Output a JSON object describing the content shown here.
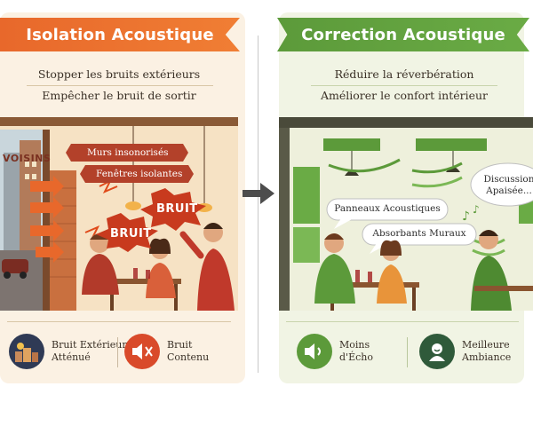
{
  "left": {
    "title": "Isolation Acoustique",
    "subtitle_1": "Stopper les bruits extérieurs",
    "subtitle_2": "Empêcher le bruit de sortir",
    "callout_walls": "Murs insonorisés",
    "callout_windows": "Fenêtres isolantes",
    "noise_1": "BRUIT",
    "noise_2": "BRUIT",
    "window_sign": "VOISINS",
    "footer_1_line1": "Bruit Extérieur",
    "footer_1_line2": "Atténué",
    "footer_2_line1": "Bruit",
    "footer_2_line2": "Contenu",
    "accent": "#e8682b"
  },
  "right": {
    "title": "Correction Acoustique",
    "subtitle_1": "Réduire la réverbération",
    "subtitle_2": "Améliorer le confort intérieur",
    "bubble_panels": "Panneaux Acoustiques",
    "bubble_absorbers": "Absorbants Muraux",
    "bubble_discussion_1": "Discussion",
    "bubble_discussion_2": "Apaisée...",
    "footer_1_line1": "Moins",
    "footer_1_line2": "d'Écho",
    "footer_2_line1": "Meilleure",
    "footer_2_line2": "Ambiance",
    "accent": "#5c9a3a"
  },
  "icons": {
    "middle_arrow": "arrow-right-icon",
    "left_footer_1": "building-night-icon",
    "left_footer_2": "speaker-muted-icon",
    "right_footer_1": "speaker-low-icon",
    "right_footer_2": "happy-person-icon"
  }
}
